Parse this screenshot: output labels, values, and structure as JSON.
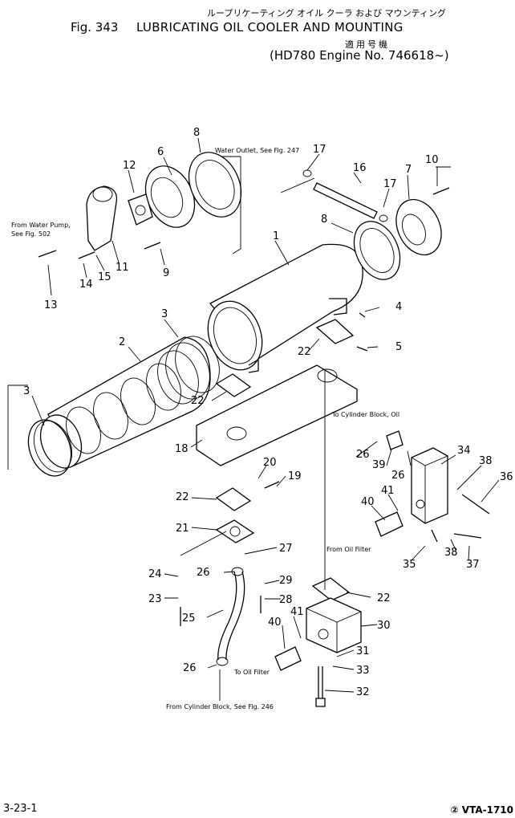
{
  "header": {
    "japanese_title": "ループリケーティング オイル クーラ および マウンティング",
    "fig_number": "Fig. 343",
    "title": "LUBRICATING OIL COOLER AND MOUNTING",
    "applicability_jp": "適用号機",
    "applicability": "(HD780 Engine No. 746618~)"
  },
  "footer": {
    "page": "3-23-1",
    "code": "② VTA-1710"
  },
  "callouts": {
    "c1": "1",
    "c2": "2",
    "c3a": "3",
    "c3b": "3",
    "c4": "4",
    "c5": "5",
    "c6": "6",
    "c7": "7",
    "c8a": "8",
    "c8b": "8",
    "c9": "9",
    "c10": "10",
    "c11": "11",
    "c12": "12",
    "c13": "13",
    "c14": "14",
    "c15": "15",
    "c16": "16",
    "c17a": "17",
    "c17b": "17",
    "c18": "18",
    "c19": "19",
    "c20": "20",
    "c21": "21",
    "c22a": "22",
    "c22b": "22",
    "c22c": "22",
    "c22d": "22",
    "c23": "23",
    "c24": "24",
    "c25": "25",
    "c26a": "26",
    "c26b": "26",
    "c26c": "26",
    "c26d": "26",
    "c27": "27",
    "c28": "28",
    "c29": "29",
    "c30": "30",
    "c31": "31",
    "c32": "32",
    "c33": "33",
    "c34": "34",
    "c35": "35",
    "c36": "36",
    "c37": "37",
    "c38a": "38",
    "c38b": "38",
    "c39": "39",
    "c40a": "40",
    "c40b": "40",
    "c41a": "41",
    "c41b": "41"
  },
  "notes": {
    "water_outlet": "Water Outlet, See Fig. 247",
    "from_water_pump_1": "From Water Pump,",
    "from_water_pump_2": "See Fig. 502",
    "to_cyl_block": "To Cylinder Block, Oil",
    "from_oil_filter": "From Oil Filter",
    "to_oil_filter": "To Oil Filter",
    "from_cyl_block": "From Cylinder Block, See Fig. 246"
  }
}
